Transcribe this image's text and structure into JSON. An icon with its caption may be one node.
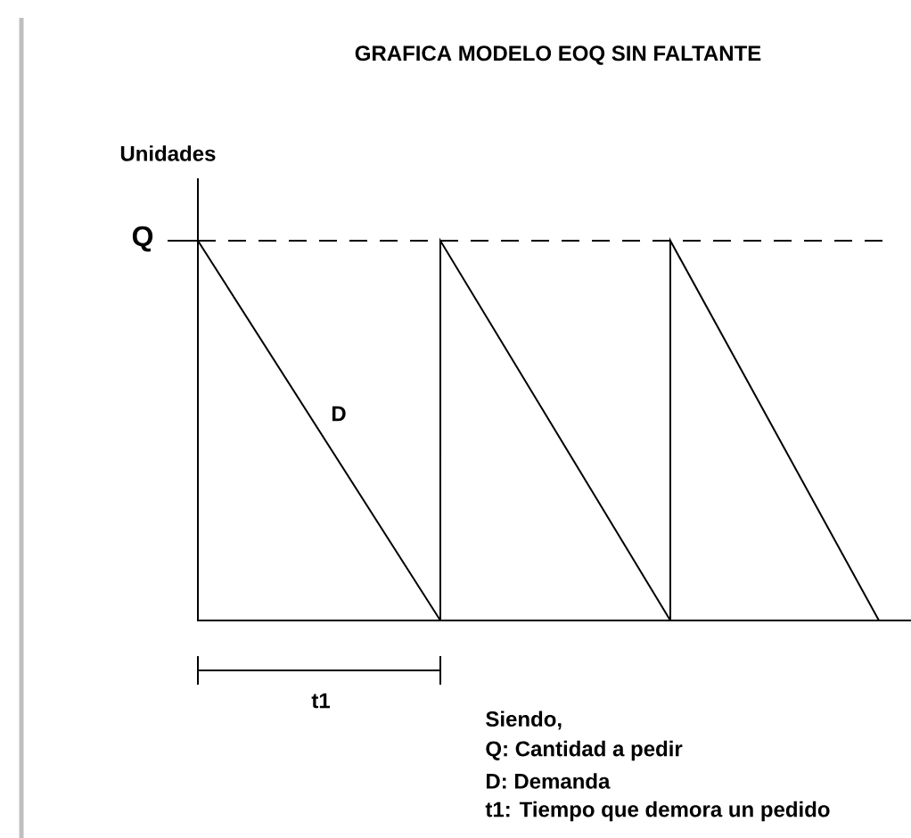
{
  "diagram": {
    "title": "GRAFICA MODELO EOQ SIN FALTANTE",
    "labels": [
      "Unidades",
      "Q",
      "D",
      "t1",
      "Siendo,",
      "Q: Cantidad a pedir",
      "D: Demanda",
      "t1: Tiempo que demora un pedido"
    ]
  }
}
